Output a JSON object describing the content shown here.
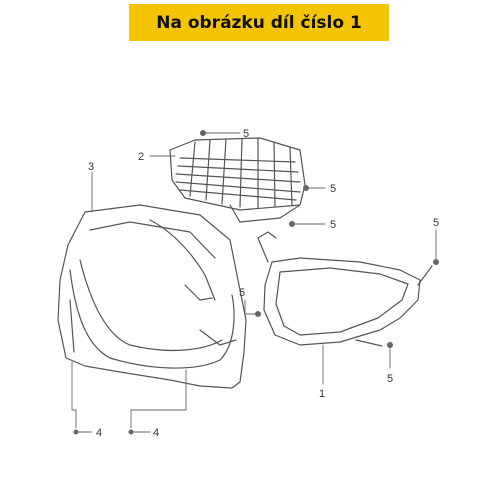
{
  "banner": {
    "title": "Na obrázku díl číslo 1"
  },
  "callouts": {
    "c1": "1",
    "c2": "2",
    "c3": "3",
    "c4a": "4",
    "c4b": "4",
    "c5a": "5",
    "c5b": "5",
    "c5c": "5",
    "c5d": "5",
    "c5e": "5",
    "c5f": "5"
  },
  "colors": {
    "banner": "#f5c400",
    "line": "#555555"
  }
}
